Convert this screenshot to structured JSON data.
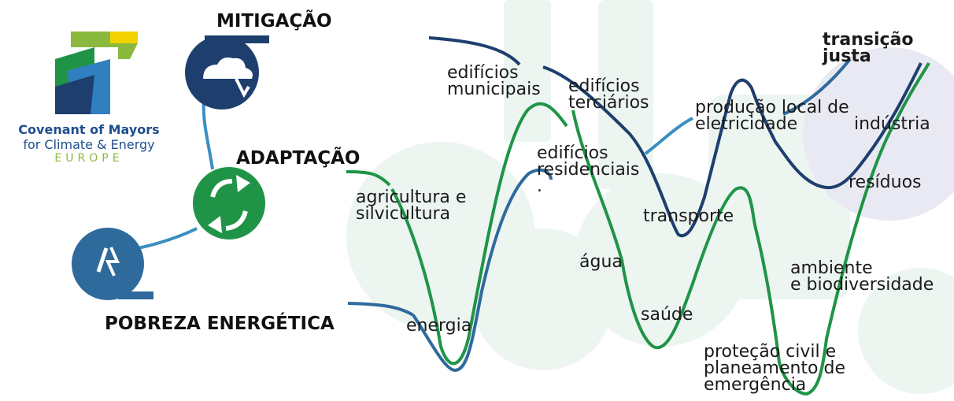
{
  "logo": {
    "line1": "Covenant of Mayors",
    "line2": "for Climate & Energy",
    "line3": "EUROPE"
  },
  "pillars": {
    "mitigation": "MITIGAÇÃO",
    "adaptation": "ADAPTAÇÃO",
    "energy_poverty": "POBREZA ENERGÉTICA"
  },
  "sectors": {
    "municipal_buildings": "edifícios\nmunicipais",
    "tertiary_buildings": "edifícios\nterciários",
    "local_production": "produção local de\neletricidade",
    "just_transition": "transição\njusta",
    "industry": "indústria",
    "residential_buildings": "edifícios\nresidenciais\n.",
    "waste": "resíduos",
    "agriculture": "agricultura e\nsilvicultura",
    "transport": "transporte",
    "water": "água",
    "environment": "ambiente\ne biodiversidade",
    "health": "saúde",
    "energy": "energia",
    "civil_protection": "proteção civil e\nplaneamento de\nemergência"
  },
  "colors": {
    "mitigation": "#1e3f6e",
    "adaptation": "#1f9447",
    "energy_poverty": "#2f6a9c",
    "connector": "#3a8fc0",
    "watermark": "#e9f3ee"
  }
}
